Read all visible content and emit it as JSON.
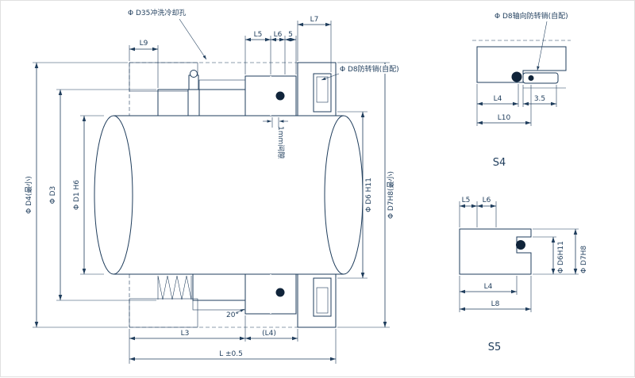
{
  "colors": {
    "line": "#1f3d5c",
    "yellow": "#f0cb2f"
  },
  "main": {
    "callout_flush": "Φ D35冲洗冷却孔",
    "callout_pin": "Φ D8防转销(自配)",
    "note_gap": "1mm间隙",
    "note_angle": "20°",
    "dim_l9": "L9",
    "dim_l5": "L5",
    "dim_l6": "L6",
    "dim_5": "5",
    "dim_l7": "L7",
    "dim_d4": "Φ D4(最小)",
    "dim_d3": "Φ D3",
    "dim_d1": "Φ D1 H6",
    "dim_d6": "Φ D6 H11",
    "dim_d7": "Φ D7H8(最小)",
    "dim_l3": "L3",
    "dim_l4": "(L4)",
    "dim_l": "L ±0.5"
  },
  "s4": {
    "title": "S4",
    "callout_pin": "Φ D8轴向防转销(自配)",
    "dim_l4": "L4",
    "dim_35": "3.5",
    "dim_l10": "L10"
  },
  "s5": {
    "title": "S5",
    "dim_l5": "L5",
    "dim_l6": "L6",
    "dim_l4": "L4",
    "dim_l8": "L8",
    "dim_d6": "Φ D6H11",
    "dim_d7": "Φ D7H8"
  }
}
